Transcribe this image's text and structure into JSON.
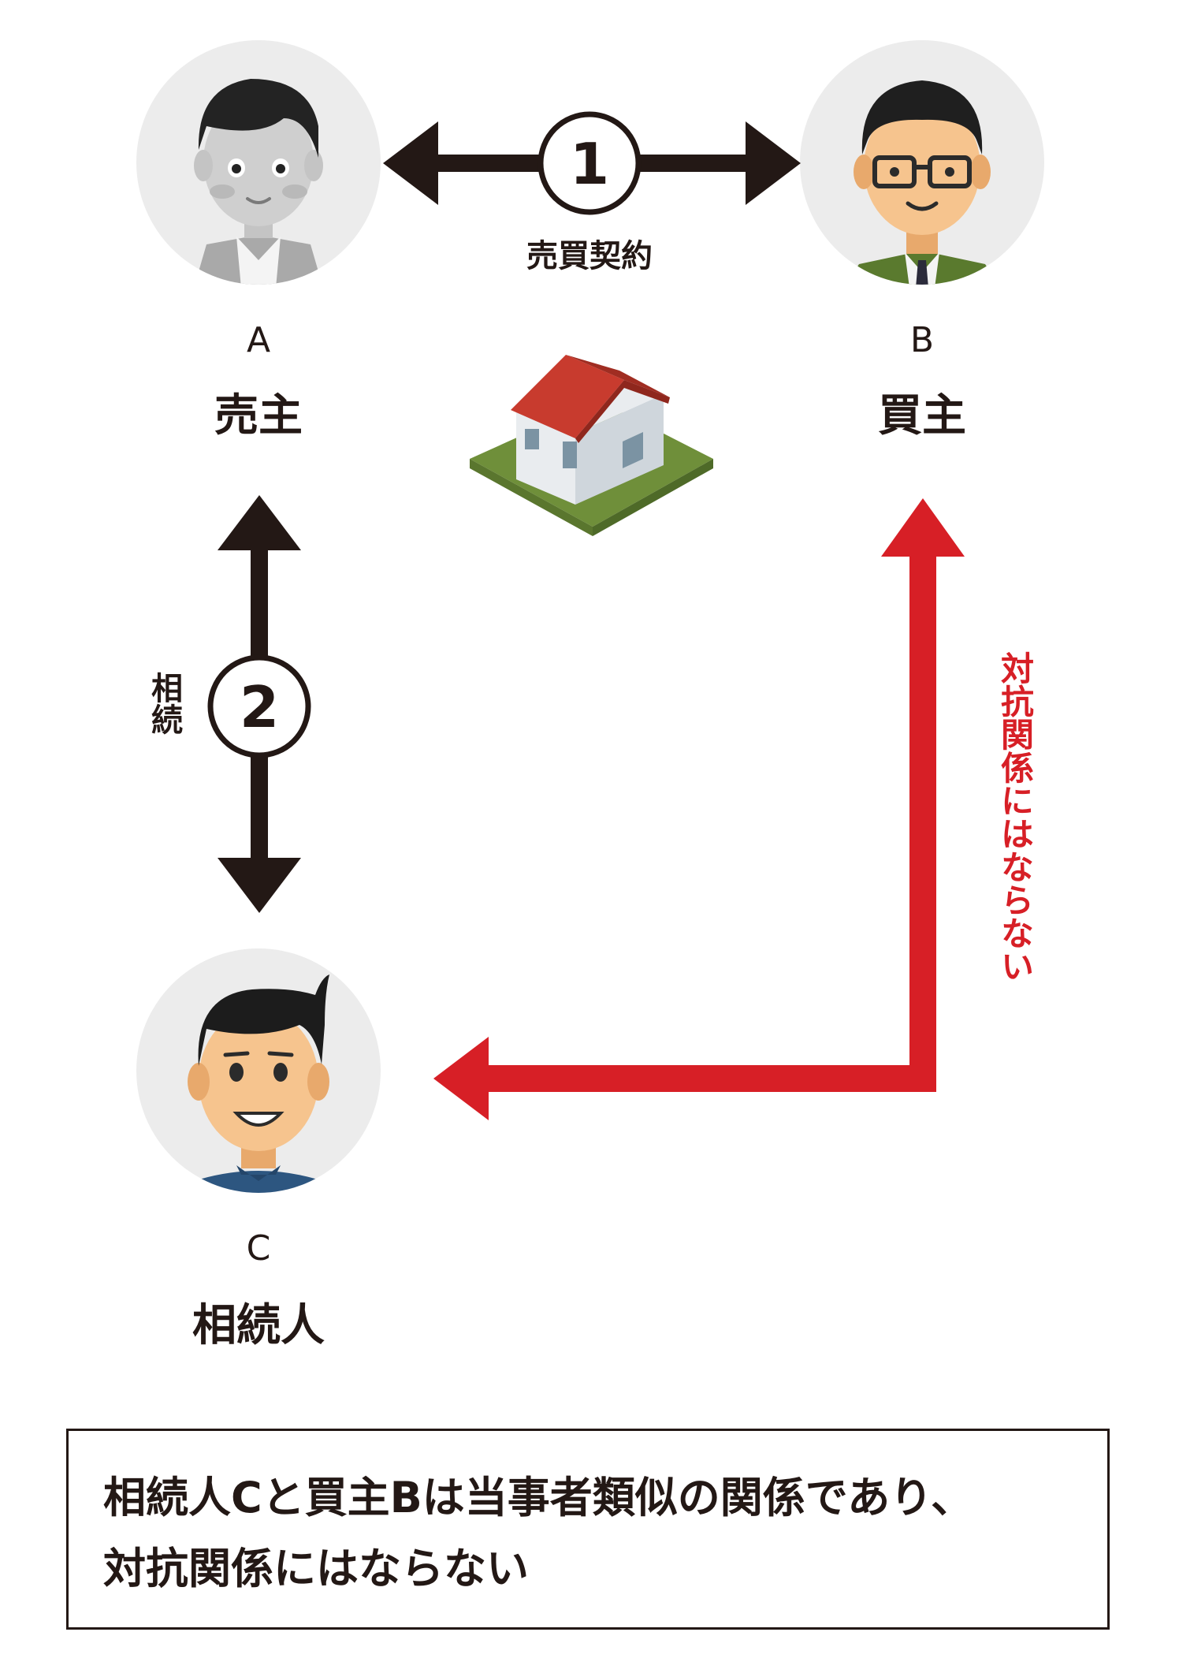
{
  "parties": {
    "a": {
      "letter": "A",
      "role": "売主"
    },
    "b": {
      "letter": "B",
      "role": "買主"
    },
    "c": {
      "letter": "C",
      "role": "相続人"
    }
  },
  "relations": {
    "contract": {
      "number": "1",
      "label": "売買契約"
    },
    "inheritance": {
      "number": "2",
      "label": "相続"
    },
    "no_opposition": {
      "label": "対抗関係にはならない"
    }
  },
  "summary": {
    "line1": "相続人Cと買主Bは当事者類似の関係であり、",
    "line2": "対抗関係にはならない"
  },
  "colors": {
    "dark": "#231815",
    "red": "#d71f26",
    "avatar_bg": "#ececec"
  }
}
